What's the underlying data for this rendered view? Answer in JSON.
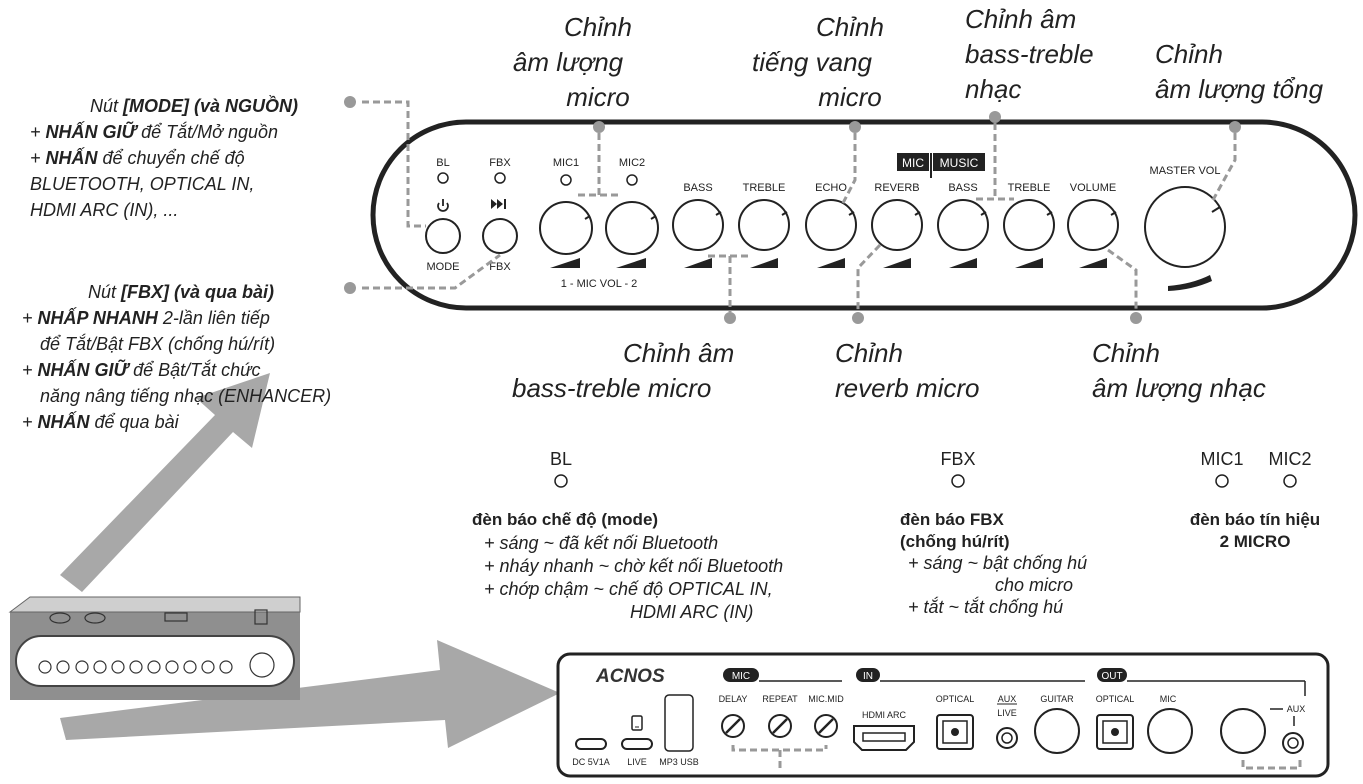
{
  "callouts": {
    "mic_volume": [
      "Chỉnh",
      "âm lượng",
      "micro"
    ],
    "mic_echo": [
      "Chỉnh",
      "tiếng vang",
      "micro"
    ],
    "music_bass_treble": [
      "Chỉnh âm",
      "bass-treble",
      "nhạc"
    ],
    "master_volume": [
      "Chỉnh",
      "âm lượng tổng"
    ],
    "mic_bass_treble": [
      "Chỉnh âm",
      "bass-treble micro"
    ],
    "mic_reverb": [
      "Chỉnh",
      "reverb micro"
    ],
    "music_volume": [
      "Chỉnh",
      "âm lượng nhạc"
    ]
  },
  "mode_note": {
    "title_prefix": "Nút ",
    "title_bold": "[MODE] (và NGUỒN)",
    "lines": [
      {
        "bold": "NHẤN GIỮ",
        "text": " để Tắt/Mở nguồn"
      },
      {
        "bold": "NHẤN",
        "text": " để chuyển chế độ"
      },
      {
        "bold": "",
        "text": "BLUETOOTH, OPTICAL IN,"
      },
      {
        "bold": "",
        "text": "HDMI ARC (IN), ..."
      }
    ]
  },
  "fbx_note": {
    "title_prefix": "Nút ",
    "title_bold": "[FBX] (và qua bài)",
    "lines": [
      {
        "bold": "NHẤP NHANH",
        "text": " 2-lần liên tiếp"
      },
      {
        "bold": "",
        "text": "để Tắt/Bật FBX (chống hú/rít)"
      },
      {
        "bold": "NHẤN GIỮ",
        "text": " để Bật/Tắt chức"
      },
      {
        "bold": "",
        "text": "năng nâng tiếng nhạc (ENHANCER)"
      },
      {
        "bold": "NHẤN",
        "text": " để qua bài"
      }
    ]
  },
  "panel": {
    "led_bl": "BL",
    "led_fbx": "FBX",
    "led_mic1": "MIC1",
    "led_mic2": "MIC2",
    "btn_mode": "MODE",
    "btn_fbx": "FBX",
    "mic_vol_label": "1 - MIC VOL - 2",
    "bass": "BASS",
    "treble": "TREBLE",
    "echo": "ECHO",
    "reverb": "REVERB",
    "mic_tag": "MIC",
    "music_tag": "MUSIC",
    "bass2": "BASS",
    "treble2": "TREBLE",
    "volume": "VOLUME",
    "master_vol": "MASTER VOL"
  },
  "indicators": {
    "bl": {
      "label": "BL",
      "heading": "đèn báo chế độ (mode)",
      "lines": [
        "+ sáng ~ đã kết nối Bluetooth",
        "+ nháy nhanh ~ chờ kết nối Bluetooth",
        "+ chớp chậm ~ chế độ OPTICAL IN,",
        "HDMI ARC (IN)"
      ]
    },
    "fbx": {
      "label": "FBX",
      "heading1": "đèn báo FBX",
      "heading2": "(chống hú/rít)",
      "lines": [
        "+ sáng ~ bật chống hú",
        "cho micro",
        "+ tắt ~ tắt chống hú"
      ]
    },
    "mic": {
      "label1": "MIC1",
      "label2": "MIC2",
      "heading1": "đèn báo tín hiệu",
      "heading2": "2 MICRO"
    }
  },
  "back_panel": {
    "brand": "ACNOS",
    "mic_tag": "MIC",
    "in_tag": "IN",
    "out_tag": "OUT",
    "delay": "DELAY",
    "repeat": "REPEAT",
    "mic_mid": "MIC.MID",
    "hdmi_arc": "HDMI ARC",
    "optical_in": "OPTICAL",
    "aux_live_1": "AUX",
    "aux_live_2": "LIVE",
    "guitar": "GUITAR",
    "optical_out": "OPTICAL",
    "mic_out": "MIC",
    "aux_out": "AUX",
    "dc": "DC 5V1A",
    "live": "LIVE",
    "mp3": "MP3 USB"
  },
  "colors": {
    "line": "#999999",
    "ink": "#222222",
    "arrow": "#a8a8a8"
  }
}
